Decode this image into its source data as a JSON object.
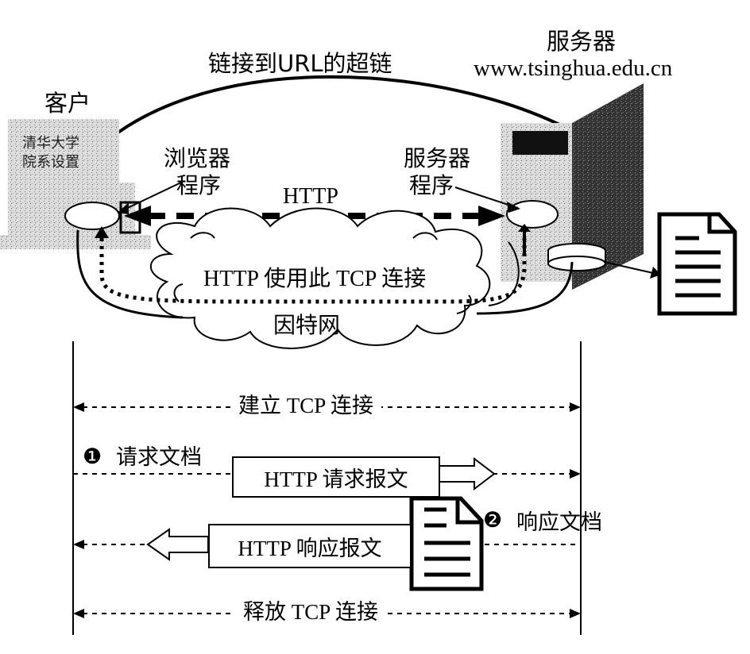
{
  "top_labels": {
    "hyperlink": "链接到URL的超链",
    "server_title": "服务器",
    "server_url": "www.tsinghua.edu.cn",
    "client": "客户",
    "browser_line1": "浏览器",
    "browser_line2": "程序",
    "server_prog_line1": "服务器",
    "server_prog_line2": "程序",
    "http": "HTTP",
    "tcp_use": "HTTP 使用此 TCP 连接",
    "internet": "因特网",
    "screen_line1": "清华大学",
    "screen_line2": "院系设置"
  },
  "sequence": {
    "establish": "建立 TCP 连接",
    "step1_num": "❶",
    "step1": "请求文档",
    "request_msg": "HTTP 请求报文",
    "step2_num": "❷",
    "step2": "响应文档",
    "response_msg": "HTTP 响应报文",
    "release": "释放 TCP 连接"
  }
}
